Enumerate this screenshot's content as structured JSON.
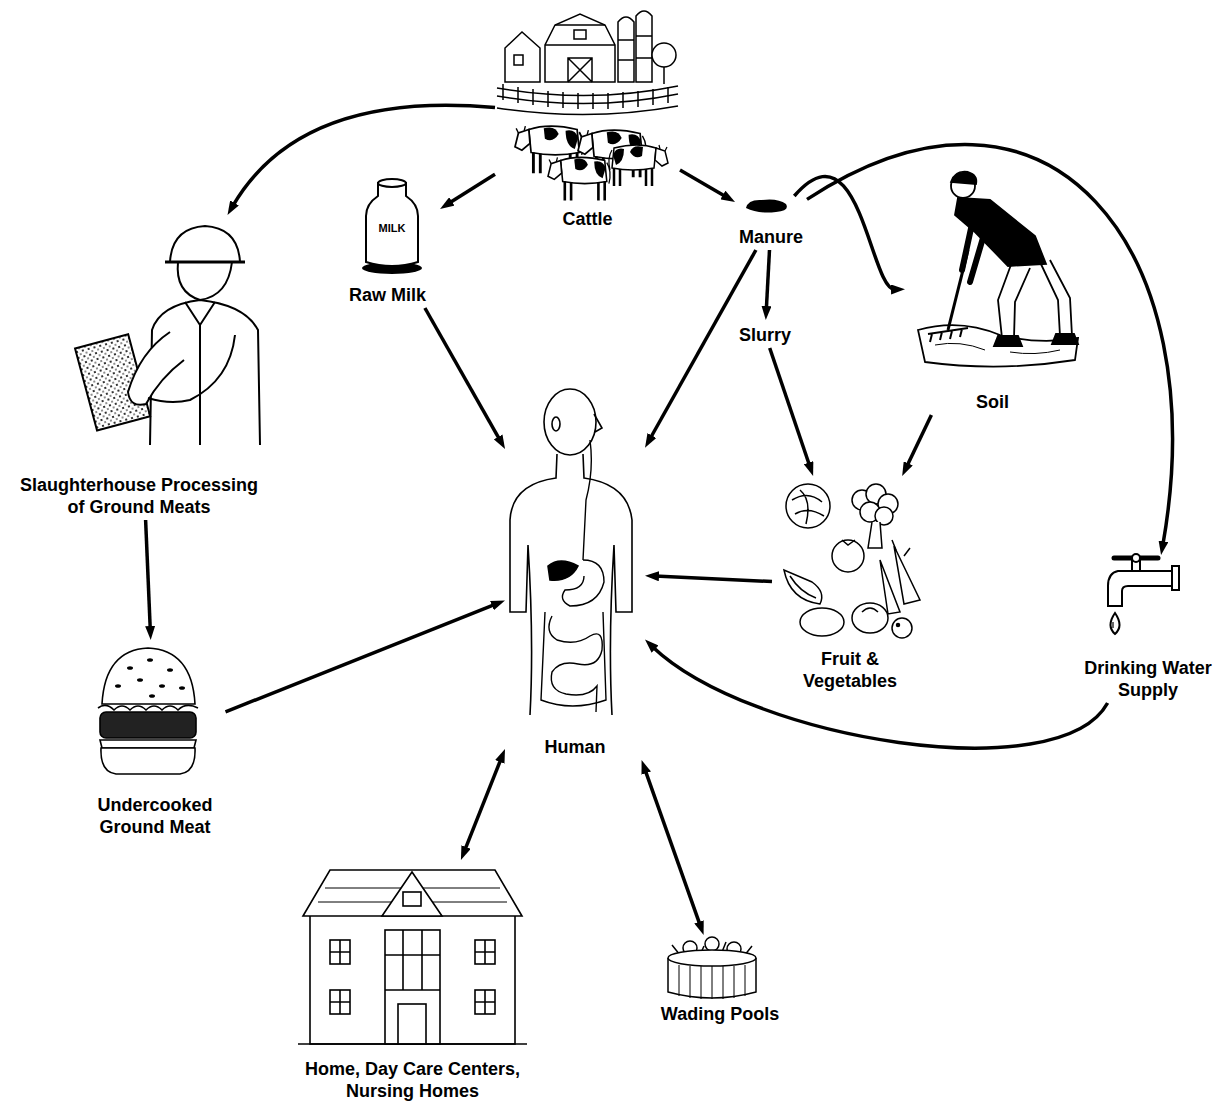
{
  "diagram": {
    "nodes": [
      {
        "text": [
          "Cattle"
        ]
      },
      {
        "text": [
          "Raw Milk"
        ]
      },
      {
        "text": [
          "Manure"
        ]
      },
      {
        "text": [
          "Slaughterhouse Processing of Ground Meats"
        ]
      },
      {
        "text": [
          "Slurry"
        ]
      },
      {
        "text": [
          "Soil"
        ]
      },
      {
        "text": [
          "Human"
        ]
      },
      {
        "text": [
          "Fruit & Vegetables"
        ]
      },
      {
        "text": [
          "Drinking Water Supply"
        ]
      },
      {
        "text": [
          "Undercooked Ground Meat"
        ]
      },
      {
        "text": [
          "Home, Day Care Centers, Nursing Homes"
        ]
      },
      {
        "text": [
          "Wading Pools"
        ]
      }
    ],
    "edges": [
      {
        "from": 0,
        "to": 3,
        "arrow": "to"
      },
      {
        "from": 0,
        "to": 1,
        "arrow": "to"
      },
      {
        "from": 0,
        "to": 2,
        "arrow": "to"
      },
      {
        "from": 2,
        "to": 4,
        "arrow": "to"
      },
      {
        "from": 2,
        "to": 5,
        "arrow": "to"
      },
      {
        "from": 2,
        "to": 8,
        "arrow": "to"
      },
      {
        "from": 2,
        "to": 6,
        "arrow": "to"
      },
      {
        "from": 1,
        "to": 6,
        "arrow": "to"
      },
      {
        "from": 4,
        "to": 7,
        "arrow": "to"
      },
      {
        "from": 5,
        "to": 7,
        "arrow": "to"
      },
      {
        "from": 7,
        "to": 6,
        "arrow": "to"
      },
      {
        "from": 8,
        "to": 6,
        "arrow": "to"
      },
      {
        "from": 3,
        "to": 9,
        "arrow": "to"
      },
      {
        "from": 9,
        "to": 6,
        "arrow": "to"
      },
      {
        "from": 6,
        "to": 10,
        "arrow": "both"
      },
      {
        "from": 6,
        "to": 11,
        "arrow": "both"
      }
    ],
    "labels": [
      "MILK"
    ]
  }
}
